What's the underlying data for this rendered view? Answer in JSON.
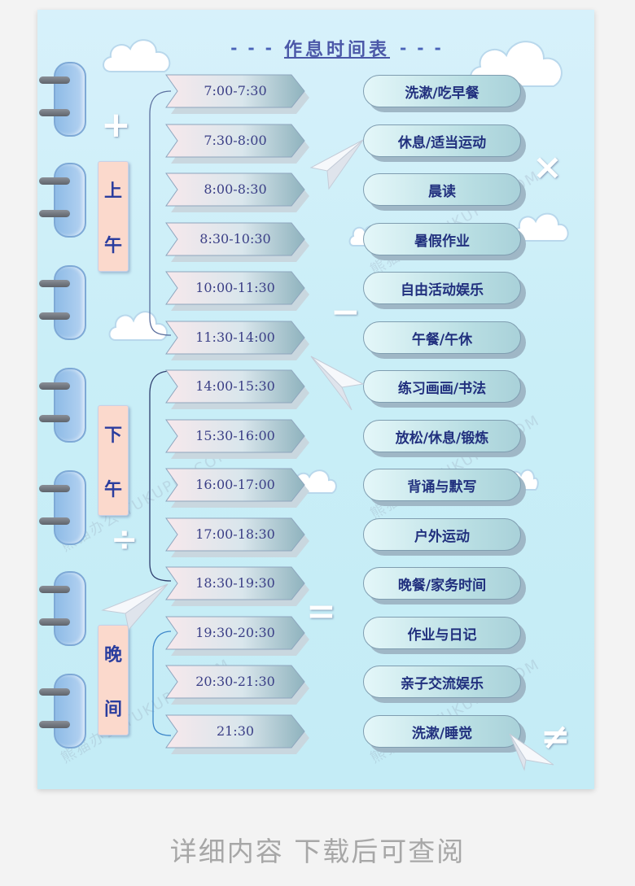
{
  "title": "作息时间表",
  "title_dash": "- - -",
  "periods": [
    {
      "chars": [
        "上",
        "午"
      ]
    },
    {
      "chars": [
        "下",
        "午"
      ]
    },
    {
      "chars": [
        "晚",
        "间"
      ]
    }
  ],
  "schedule": [
    {
      "time": "7:00-7:30",
      "activity": "洗漱/吃早餐"
    },
    {
      "time": "7:30-8:00",
      "activity": "休息/适当运动"
    },
    {
      "time": "8:00-8:30",
      "activity": "晨读"
    },
    {
      "time": "8:30-10:30",
      "activity": "暑假作业"
    },
    {
      "time": "10:00-11:30",
      "activity": "自由活动娱乐"
    },
    {
      "time": "11:30-14:00",
      "activity": "午餐/午休"
    },
    {
      "time": "14:00-15:30",
      "activity": "练习画画/书法"
    },
    {
      "time": "15:30-16:00",
      "activity": "放松/休息/锻炼"
    },
    {
      "time": "16:00-17:00",
      "activity": "背诵与默写"
    },
    {
      "time": "17:00-18:30",
      "activity": "户外运动"
    },
    {
      "time": "18:30-19:30",
      "activity": "晚餐/家务时间"
    },
    {
      "time": "19:30-20:30",
      "activity": "作业与日记"
    },
    {
      "time": "20:30-21:30",
      "activity": "亲子交流娱乐"
    },
    {
      "time": "21:30",
      "activity": "洗漱/睡觉"
    }
  ],
  "math_symbols": {
    "plus": "+",
    "times": "×",
    "minus": "−",
    "divide": "÷",
    "equals": "=",
    "not_equal": "≠"
  },
  "watermark": "熊猫办公 TUKUPPT.COM",
  "caption": "详细内容 下载后可查阅",
  "colors": {
    "sheet": "#c9eef7",
    "title": "#4b58a8",
    "activity_text": "#21307e",
    "period_bg": "#fbd9cc"
  }
}
